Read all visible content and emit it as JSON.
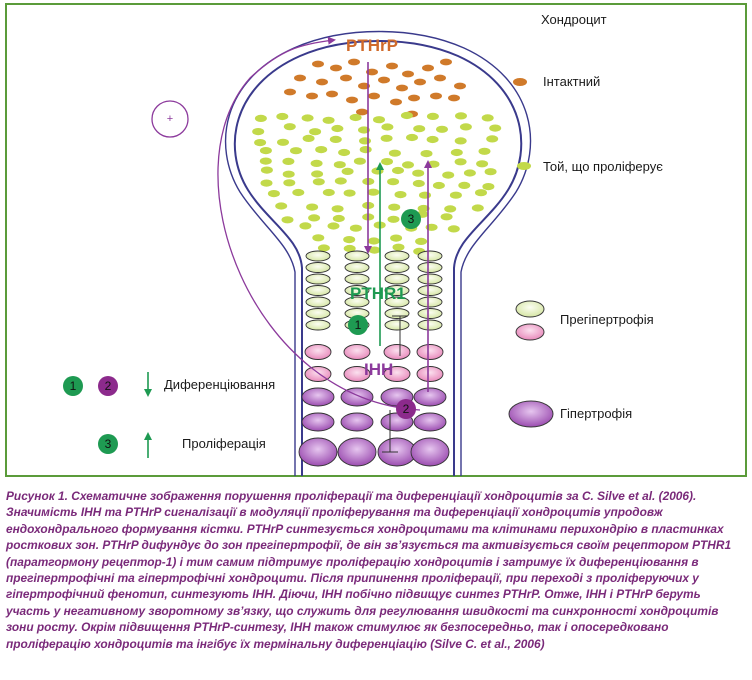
{
  "labels": {
    "chondrocyte": "Хондроцит",
    "intact": "Інтактний",
    "proliferating": "Той, що проліферує",
    "prehypertrophy": "Прегіпертрофія",
    "hypertrophy": "Гіпертрофія",
    "differentiation": "Диференціювання",
    "proliferation": "Проліферація",
    "pthrp": "PTHrP",
    "pthr1": "PTHR1",
    "ihh": "ІНН",
    "plus": "+"
  },
  "badges": {
    "b1": "1",
    "b2": "2",
    "b3": "3"
  },
  "colors": {
    "frame": "#5b9b3a",
    "outline": "#3a3a8c",
    "intact": "#d07a2a",
    "proliferating": "#c2d94a",
    "prehyp_green": "#e9f2c8",
    "prehyp_pink": "#ee92c2",
    "hypertrophy": "#a455b6",
    "badge_green": "#1e9a52",
    "badge_purple": "#8c2a8c",
    "arrow_green": "#1e9a52",
    "arrow_purple": "#8c3a9c",
    "pthrp_text": "#d06a2a",
    "caption": "#7a2a7a"
  },
  "caption": "Рисунок 1. Схематичне зображення порушення проліферації та диференціації хондроцитів за C. Silve et al. (2006). Значимість ІНН та PTHrP сигналізації в модуляції проліферування та диференціації хондроцитів упродовж ендохондрального формування кістки. PTHrP синтезується хондроцитами та клітинами перихондрію в пластинках росткових зон. PTHrP дифундує до зон прегіпертрофії, де він зв’язується та активізується своїм рецептором PTHR1 (паратгормону рецептор-1) і тим самим підтримує проліферацію хондроцитів і затримує їх диференціювання в прегіпертрофічні та гіпертрофічні хондроцити. Після припинення проліферації, при переході з проліферуючих у гіпертрофічний фенотип, синтезують ІНН. Діючи, ІНН побічно підвищує синтез PTHrP. Отже, ІНН і PTHrP беруть участь у негативному зворотному зв’язку, що служить для регулювання швидкості та синхронності хондроцитів зони росту. Окрім підвищення PTHrP-синтезу, ІНН також стимулює як безпосередньо, так і опосередковано проліферацію хондроцитів та інгібує їх термінальну диференціацію (Silve C. et al., 2006)"
}
